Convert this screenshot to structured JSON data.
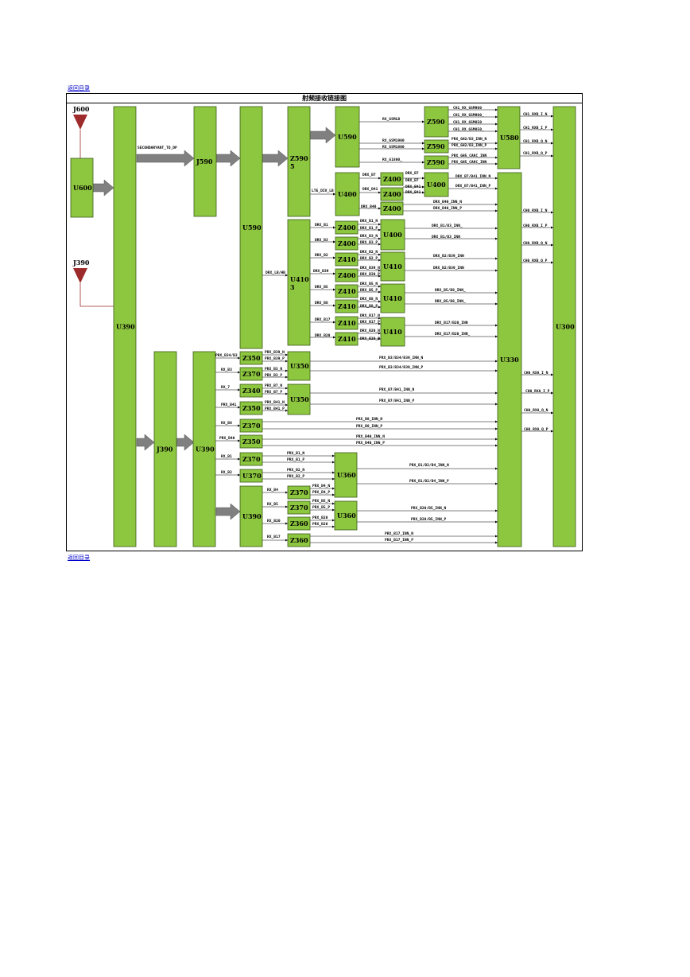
{
  "nav": {
    "back_top": "返回目录",
    "back_bottom": "返回目录"
  },
  "diagram": {
    "title": "射频接收链接图",
    "colors": {
      "block_fill": "#8dc63f",
      "block_stroke": "#3a5a1a",
      "arrow_fill": "#808080",
      "antenna": "#9e2b2b"
    },
    "blocks": [
      {
        "id": "J600",
        "label": "J600"
      },
      {
        "id": "J390-ant",
        "label": "J390"
      },
      {
        "id": "U600",
        "label": "U600"
      },
      {
        "id": "U390-main",
        "label": "U390"
      },
      {
        "id": "J590",
        "label": "J590"
      },
      {
        "id": "U590-tall",
        "label": "U590"
      },
      {
        "id": "Z5905",
        "label": "Z590\n5"
      },
      {
        "id": "U590-top",
        "label": "U590"
      },
      {
        "id": "Z590-a",
        "label": "Z590"
      },
      {
        "id": "Z590-b",
        "label": "Z590"
      },
      {
        "id": "Z590-c",
        "label": "Z590"
      },
      {
        "id": "U580",
        "label": "U580"
      },
      {
        "id": "U400-a",
        "label": "U400"
      },
      {
        "id": "Z400-a",
        "label": "Z400"
      },
      {
        "id": "Z400-b",
        "label": "Z400"
      },
      {
        "id": "Z400-c",
        "label": "Z400"
      },
      {
        "id": "U400-b",
        "label": "U400"
      },
      {
        "id": "U4103",
        "label": "U410\n3"
      },
      {
        "id": "Z400-d",
        "label": "Z400"
      },
      {
        "id": "Z400-e",
        "label": "Z400"
      },
      {
        "id": "U400-c",
        "label": "U400"
      },
      {
        "id": "Z410-a",
        "label": "Z410"
      },
      {
        "id": "Z400-f",
        "label": "Z400"
      },
      {
        "id": "U410-a",
        "label": "U410"
      },
      {
        "id": "Z410-b",
        "label": "Z410"
      },
      {
        "id": "Z410-c",
        "label": "Z410"
      },
      {
        "id": "U410-b",
        "label": "U410"
      },
      {
        "id": "Z410-d",
        "label": "Z410"
      },
      {
        "id": "Z410-e",
        "label": "Z410"
      },
      {
        "id": "U410-c",
        "label": "U410"
      },
      {
        "id": "U330",
        "label": "U330"
      },
      {
        "id": "U300",
        "label": "U300"
      },
      {
        "id": "J390",
        "label": "J390"
      },
      {
        "id": "U390-b",
        "label": "U390"
      },
      {
        "id": "Z350-a",
        "label": "Z350"
      },
      {
        "id": "Z370-a",
        "label": "Z370"
      },
      {
        "id": "U350-a",
        "label": "U350"
      },
      {
        "id": "Z340",
        "label": "Z340"
      },
      {
        "id": "Z350-b",
        "label": "Z350"
      },
      {
        "id": "U350-b",
        "label": "U350"
      },
      {
        "id": "Z370-b",
        "label": "Z370"
      },
      {
        "id": "Z350-c",
        "label": "Z350"
      },
      {
        "id": "Z370-c",
        "label": "Z370"
      },
      {
        "id": "U370",
        "label": "U370"
      },
      {
        "id": "U360-a",
        "label": "U360"
      },
      {
        "id": "U390-c",
        "label": "U390"
      },
      {
        "id": "Z370-d",
        "label": "Z370"
      },
      {
        "id": "Z370-e",
        "label": "Z370"
      },
      {
        "id": "Z360-a",
        "label": "Z360"
      },
      {
        "id": "U360-b",
        "label": "U360"
      },
      {
        "id": "Z360-b",
        "label": "Z360"
      }
    ],
    "labels": [
      {
        "id": "l1",
        "text": "SECONDARYANT_TO_DP"
      },
      {
        "id": "l2",
        "text": "RX_GSMLB"
      },
      {
        "id": "l3",
        "text": "CH1_RX_GSM900"
      },
      {
        "id": "l4",
        "text": "CH1_RX_GSM900_"
      },
      {
        "id": "l5",
        "text": "CH1_RX_GSM850"
      },
      {
        "id": "l6",
        "text": "CH1_RX_GSM850_"
      },
      {
        "id": "l7",
        "text": "RX_GSM1900"
      },
      {
        "id": "l8",
        "text": "RX_GSM1800"
      },
      {
        "id": "l9",
        "text": "PRX_GH2/B3_INN_N"
      },
      {
        "id": "l10",
        "text": "PRX_GH2/B3_INN_P"
      },
      {
        "id": "l11",
        "text": "RX_G1800_"
      },
      {
        "id": "l12",
        "text": "PRX_GH5_CAKC_INN"
      },
      {
        "id": "l13",
        "text": "PRX_GH5_CAKC_INN"
      },
      {
        "id": "l14",
        "text": "CH1_RXB_I_N"
      },
      {
        "id": "l15",
        "text": "CH1_RXB_I_P"
      },
      {
        "id": "l16",
        "text": "CH1_RXB_Q_N"
      },
      {
        "id": "l17",
        "text": "CH1_RXB_Q_P"
      },
      {
        "id": "l18",
        "text": "LTE_DIV_LB"
      },
      {
        "id": "l19",
        "text": "DRX_B7"
      },
      {
        "id": "l20",
        "text": "DRX_B7"
      },
      {
        "id": "l21",
        "text": "DRX_B7"
      },
      {
        "id": "l22",
        "text": "DRX_B41"
      },
      {
        "id": "l23",
        "text": "DRX_B41"
      },
      {
        "id": "l24",
        "text": "DRX_B41"
      },
      {
        "id": "l25",
        "text": "DRX_B40"
      },
      {
        "id": "l26",
        "text": "DRX_B7/B41_INN_N"
      },
      {
        "id": "l27",
        "text": "DRX_B7/B41_INN_P"
      },
      {
        "id": "l28",
        "text": "DRX_B40_INN_N"
      },
      {
        "id": "l29",
        "text": "DRX_B40_INN_P"
      },
      {
        "id": "l30",
        "text": "CH0_RXB_I_N"
      },
      {
        "id": "l31",
        "text": "CH0_RXB_I_P"
      },
      {
        "id": "l32",
        "text": "CH0_RXB_Q_N"
      },
      {
        "id": "l33",
        "text": "CH0_RXB_Q_P"
      },
      {
        "id": "l34",
        "text": "DRX_B1"
      },
      {
        "id": "l35",
        "text": "DRX_B1_N"
      },
      {
        "id": "l36",
        "text": "DRX_B1_P"
      },
      {
        "id": "l37",
        "text": "DRX_B3"
      },
      {
        "id": "l38",
        "text": "DRX_B3_N"
      },
      {
        "id": "l39",
        "text": "DRX_B3_P"
      },
      {
        "id": "l40",
        "text": "DRX_B1/B3_INN_"
      },
      {
        "id": "l41",
        "text": "DRX_B1/B3_INN"
      },
      {
        "id": "l42",
        "text": "DRX_LB/HB"
      },
      {
        "id": "l43",
        "text": "DRX_B2"
      },
      {
        "id": "l44",
        "text": "DRX_B2_N"
      },
      {
        "id": "l45",
        "text": "DRX_B2_P"
      },
      {
        "id": "l46",
        "text": "DRX_B39"
      },
      {
        "id": "l47",
        "text": "DRX_B39_N"
      },
      {
        "id": "l48",
        "text": "DRX_B39_P"
      },
      {
        "id": "l49",
        "text": "DRX_B2/B39_INN"
      },
      {
        "id": "l50",
        "text": "DRX_B2/B39_INN"
      },
      {
        "id": "l51",
        "text": "DRX_B5"
      },
      {
        "id": "l52",
        "text": "DRX_B5_N"
      },
      {
        "id": "l53",
        "text": "DRX_B5_P"
      },
      {
        "id": "l54",
        "text": "DRX_B8"
      },
      {
        "id": "l55",
        "text": "DRX_B8_N"
      },
      {
        "id": "l56",
        "text": "DRX_B8_P"
      },
      {
        "id": "l57",
        "text": "DRX_B5/B8_INN_"
      },
      {
        "id": "l58",
        "text": "DRX_B5/B8_INN_"
      },
      {
        "id": "l59",
        "text": "DRX_B17"
      },
      {
        "id": "l60",
        "text": "DRX_B17_N"
      },
      {
        "id": "l61",
        "text": "DRX_B17_P"
      },
      {
        "id": "l62",
        "text": "DRX_B20"
      },
      {
        "id": "l63",
        "text": "DRX_B20_N"
      },
      {
        "id": "l64",
        "text": "DRX_B20_P"
      },
      {
        "id": "l65",
        "text": "DRX_B17/B20_INN"
      },
      {
        "id": "l66",
        "text": "DRX_B17/B20_INN_"
      },
      {
        "id": "l67",
        "text": "PRX_B34/B3"
      },
      {
        "id": "l68",
        "text": "PRX_B39_N"
      },
      {
        "id": "l69",
        "text": "PRX_B39_P"
      },
      {
        "id": "l70",
        "text": "RX_B3"
      },
      {
        "id": "l71",
        "text": "PRX_B3_N"
      },
      {
        "id": "l72",
        "text": "PRX_B3_P"
      },
      {
        "id": "l73",
        "text": "PRX_B3/B34/B39_INN_N"
      },
      {
        "id": "l74",
        "text": "PRX_B3/B34/B39_INN_P"
      },
      {
        "id": "l75",
        "text": "CH0_RXA_I_N"
      },
      {
        "id": "l76",
        "text": "CH0_RXA_I_P"
      },
      {
        "id": "l77",
        "text": "CH0_RXA_Q_N"
      },
      {
        "id": "l78",
        "text": "CH0_RXA_Q_P"
      },
      {
        "id": "l79",
        "text": "RX_7"
      },
      {
        "id": "l80",
        "text": "PRX_B7_N"
      },
      {
        "id": "l81",
        "text": "PRX_B7_P"
      },
      {
        "id": "l82",
        "text": "PRX_B41"
      },
      {
        "id": "l83",
        "text": "PRX_B41_N"
      },
      {
        "id": "l84",
        "text": "PRX_B41_P"
      },
      {
        "id": "l85",
        "text": "PRX_B7/B41_INN_N"
      },
      {
        "id": "l86",
        "text": "PRX_B7/B41_INN_P"
      },
      {
        "id": "l87",
        "text": "RX_B8"
      },
      {
        "id": "l88",
        "text": "PRX_B8_INN_N"
      },
      {
        "id": "l89",
        "text": "PRX_B8_INN_P"
      },
      {
        "id": "l90",
        "text": "PRX_B40"
      },
      {
        "id": "l91",
        "text": "PRX_B40_INN_N"
      },
      {
        "id": "l92",
        "text": "PRX_B40_INN_P"
      },
      {
        "id": "l93",
        "text": "RX_B1"
      },
      {
        "id": "l94",
        "text": "PRX_B1_N"
      },
      {
        "id": "l95",
        "text": "PRX_B1_P"
      },
      {
        "id": "l96",
        "text": "RX_B2"
      },
      {
        "id": "l97",
        "text": "PRX_B2_N"
      },
      {
        "id": "l98",
        "text": "PRX_B2_P"
      },
      {
        "id": "l99",
        "text": "PRX_B1/B2/B4_INN_N"
      },
      {
        "id": "l100",
        "text": "PRX_B1/B2/B4_INN_P"
      },
      {
        "id": "l101",
        "text": "RX_B4"
      },
      {
        "id": "l102",
        "text": "PRX_B4_N"
      },
      {
        "id": "l103",
        "text": "PRX_B4_P"
      },
      {
        "id": "l104",
        "text": "RX_B5"
      },
      {
        "id": "l105",
        "text": "PRX_B5_N"
      },
      {
        "id": "l106",
        "text": "PRX_B5_P"
      },
      {
        "id": "l107",
        "text": "RX_B20"
      },
      {
        "id": "l108",
        "text": "PRX_B20"
      },
      {
        "id": "l109",
        "text": "PRX_B20"
      },
      {
        "id": "l110",
        "text": "PRX_B20/B5_INN_N"
      },
      {
        "id": "l111",
        "text": "PRX_B20/B5_INN_P"
      },
      {
        "id": "l112",
        "text": "RX_B17"
      },
      {
        "id": "l113",
        "text": "PRX_B17_INN_N"
      },
      {
        "id": "l114",
        "text": "PRX_B17_INN_P"
      }
    ]
  }
}
